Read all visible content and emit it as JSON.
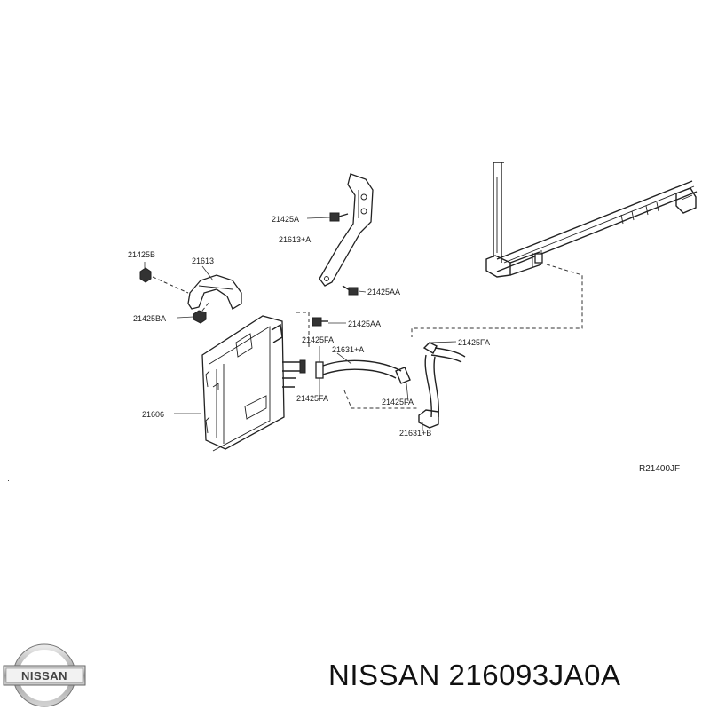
{
  "diagram": {
    "labels": [
      "21425A",
      "21613+A",
      "21425B",
      "21613",
      "21425AA",
      "21425BA",
      "21425AA",
      "21425FA",
      "21631+A",
      "21425FA",
      "21606",
      "21425FA",
      "21425FA",
      "21631+B"
    ],
    "ref_code": "R21400JF"
  },
  "brand": {
    "logo_text": "NISSAN",
    "caption": "NISSAN 216093JA0A"
  }
}
